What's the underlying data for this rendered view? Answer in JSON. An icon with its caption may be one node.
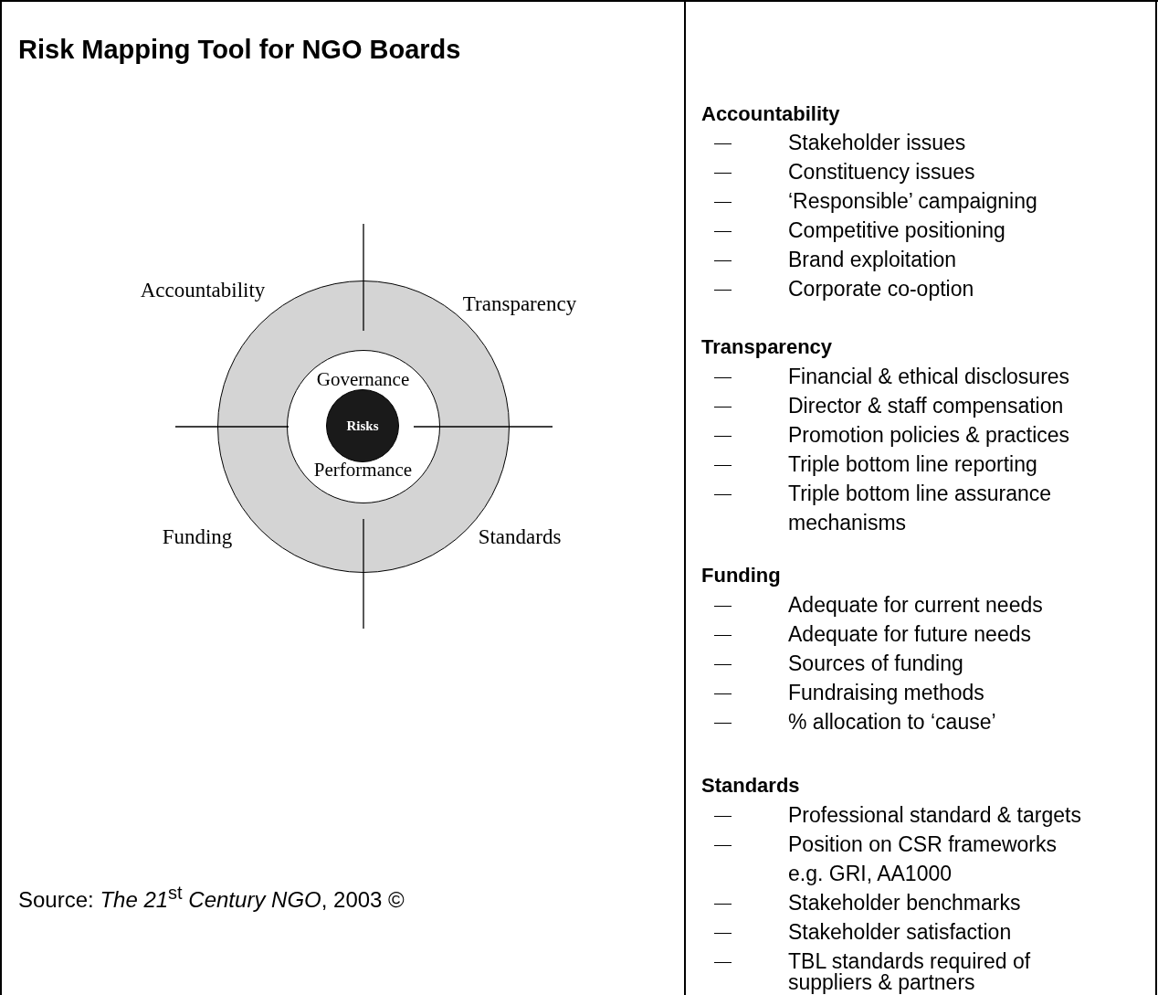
{
  "diagram": {
    "title": "Risk Mapping Tool for NGO Boards",
    "caption": "Source: *The 21*$^{st}$ *Century NGO*, 2003 ©",
    "nodes": [
      {
        "text": [],
        "shape": "circle"
      },
      {
        "text": [
          "Governance",
          "Performance"
        ],
        "in": 0
      },
      {
        "text": [
          "Risks"
        ],
        "in": 1
      }
    ],
    "labels": [
      "Accountability",
      "Transparency",
      "Funding",
      "Standards",
      "Accountability",
      "Stakeholder issues",
      "Constituency issues",
      "‘Responsible’ campaigning",
      "Competitive positioning",
      "Brand exploitation",
      "Corporate co-option",
      "Transparency",
      "Financial & ethical disclosures",
      "Director & staff compensation",
      "Promotion policies & practices",
      "Triple bottom line reporting",
      "Triple bottom line assurance mechanisms",
      "Funding",
      "Adequate for current needs",
      "Adequate for future needs",
      "Sources of funding",
      "Fundraising methods",
      "% allocation to ‘cause’",
      "Standards",
      "Professional standard & targets",
      "Position on CSR frameworks e.g. GRI, AA1000",
      "Stakeholder benchmarks",
      "Stakeholder satisfaction",
      "TBL standards required of suppliers & partners"
    ]
  }
}
